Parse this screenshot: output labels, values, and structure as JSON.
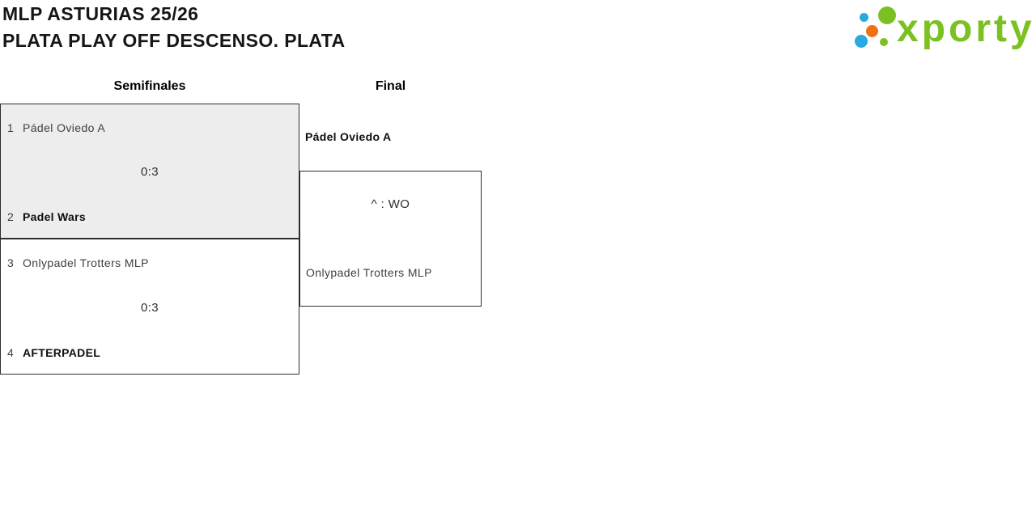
{
  "page": {
    "title_line1": "MLP ASTURIAS 25/26",
    "title_line2": "PLATA PLAY OFF DESCENSO. PLATA",
    "background": "#ffffff"
  },
  "logo": {
    "brand": "xporty",
    "colors": {
      "green": "#7cc122",
      "blue": "#2aa9e0",
      "orange": "#ee7211"
    }
  },
  "bracket": {
    "round_labels": {
      "semifinals": "Semifinales",
      "final": "Final"
    },
    "colors": {
      "highlight_bg": "#ededed",
      "border": "#2e2e2e"
    },
    "semifinal1": {
      "team1_seed": "1",
      "team1_name": "Pádel Oviedo A",
      "score": "0:3",
      "team2_seed": "2",
      "team2_name": "Padel Wars"
    },
    "semifinal2": {
      "team1_seed": "3",
      "team1_name": "Onlypadel Trotters MLP",
      "score": "0:3",
      "team2_seed": "4",
      "team2_name": "AFTERPADEL"
    },
    "final": {
      "team1_name": "Pádel Oviedo A",
      "score": "^ : WO",
      "team2_name": "Onlypadel Trotters MLP"
    }
  }
}
